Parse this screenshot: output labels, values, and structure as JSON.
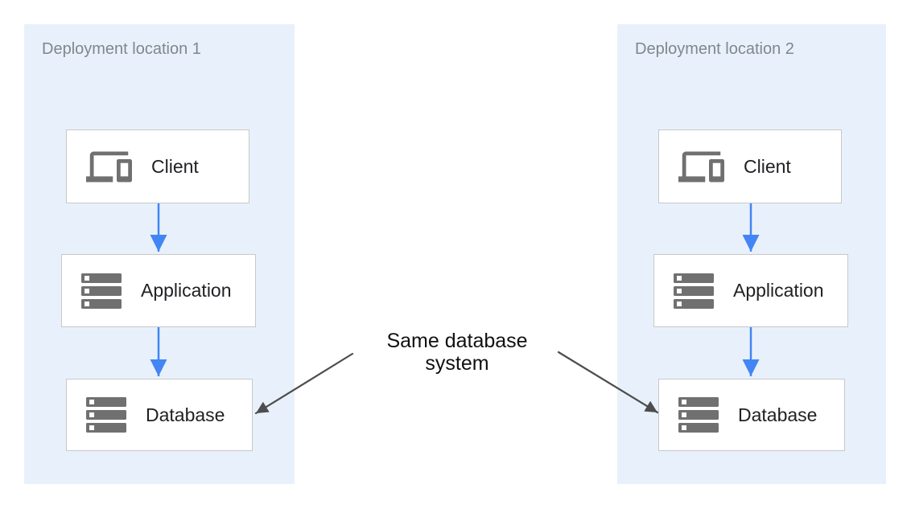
{
  "colors": {
    "canvas_bg": "#ffffff",
    "panel_bg": "#e8f1fb",
    "panel_title": "#80868b",
    "node_bg": "#ffffff",
    "node_border": "#c8c8c8",
    "node_label": "#202124",
    "icon_gray": "#707070",
    "flow_arrow_blue": "#4285f4",
    "annotation_arrow_gray": "#4d4d4d",
    "annotation_text": "#111111"
  },
  "diagram": {
    "panels": [
      {
        "title": "Deployment location 1",
        "nodes": [
          {
            "label": "Client",
            "icon": "devices-icon"
          },
          {
            "label": "Application",
            "icon": "server-stack-icon"
          },
          {
            "label": "Database",
            "icon": "server-stack-icon"
          }
        ]
      },
      {
        "title": "Deployment location 2",
        "nodes": [
          {
            "label": "Client",
            "icon": "devices-icon"
          },
          {
            "label": "Application",
            "icon": "server-stack-icon"
          },
          {
            "label": "Database",
            "icon": "server-stack-icon"
          }
        ]
      }
    ],
    "flows": [
      {
        "panel": "Deployment location 1",
        "from": "Client",
        "to": "Application",
        "style": "blue-arrow"
      },
      {
        "panel": "Deployment location 1",
        "from": "Application",
        "to": "Database",
        "style": "blue-arrow"
      },
      {
        "panel": "Deployment location 2",
        "from": "Client",
        "to": "Application",
        "style": "blue-arrow"
      },
      {
        "panel": "Deployment location 2",
        "from": "Application",
        "to": "Database",
        "style": "blue-arrow"
      }
    ],
    "annotation": {
      "label": "Same database system",
      "targets": [
        "Database in Deployment location 1",
        "Database in Deployment location 2"
      ],
      "style": "dark-arrow"
    }
  }
}
